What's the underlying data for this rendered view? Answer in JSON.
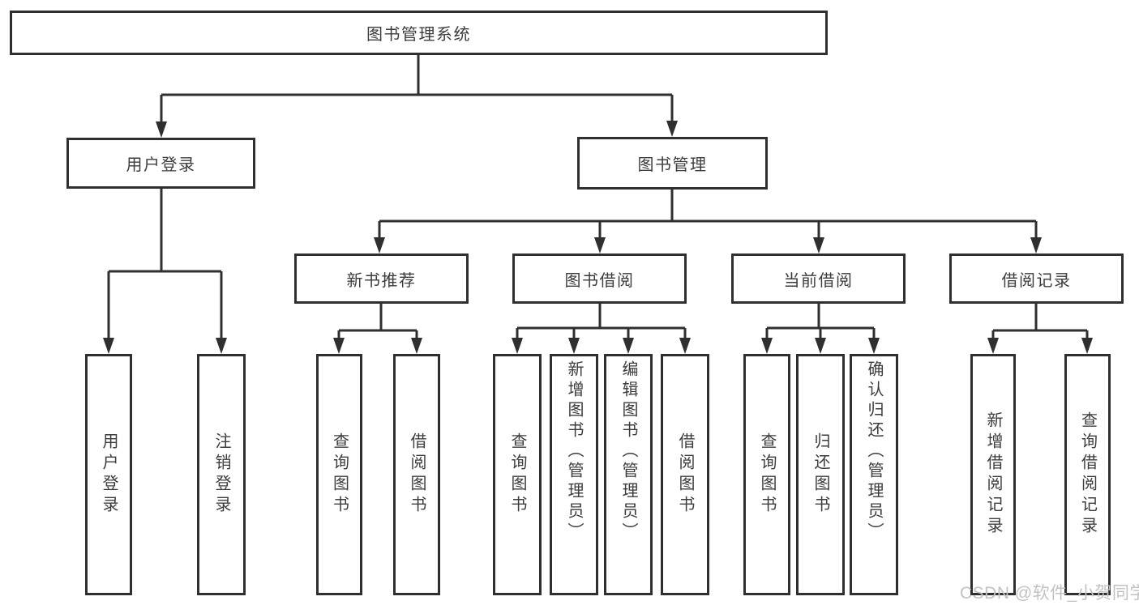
{
  "theme": {
    "line-color": "#2f2f30",
    "text-color": "#3c3c3e",
    "box-bg": "#ffffff",
    "canvas-bg": "#ffffff",
    "watermark-color": "#c2c2c2"
  },
  "tree": {
    "label": "图书管理系统",
    "children": [
      {
        "label": "用户登录",
        "children": [
          {
            "label": "用户登录"
          },
          {
            "label": "注销登录"
          }
        ]
      },
      {
        "label": "图书管理",
        "children": [
          {
            "label": "新书推荐",
            "children": [
              {
                "label": "查询图书"
              },
              {
                "label": "借阅图书"
              }
            ]
          },
          {
            "label": "图书借阅",
            "children": [
              {
                "label": "查询图书"
              },
              {
                "label": "新增图书（管理员）"
              },
              {
                "label": "编辑图书（管理员）"
              },
              {
                "label": "借阅图书"
              }
            ]
          },
          {
            "label": "当前借阅",
            "children": [
              {
                "label": "查询图书"
              },
              {
                "label": "归还图书"
              },
              {
                "label": "确认归还（管理员）"
              }
            ]
          },
          {
            "label": "借阅记录",
            "children": [
              {
                "label": "新增借阅记录"
              },
              {
                "label": "查询借阅记录"
              }
            ]
          }
        ]
      }
    ]
  },
  "watermark": {
    "text": "CSDN @软件_小贺同学"
  }
}
